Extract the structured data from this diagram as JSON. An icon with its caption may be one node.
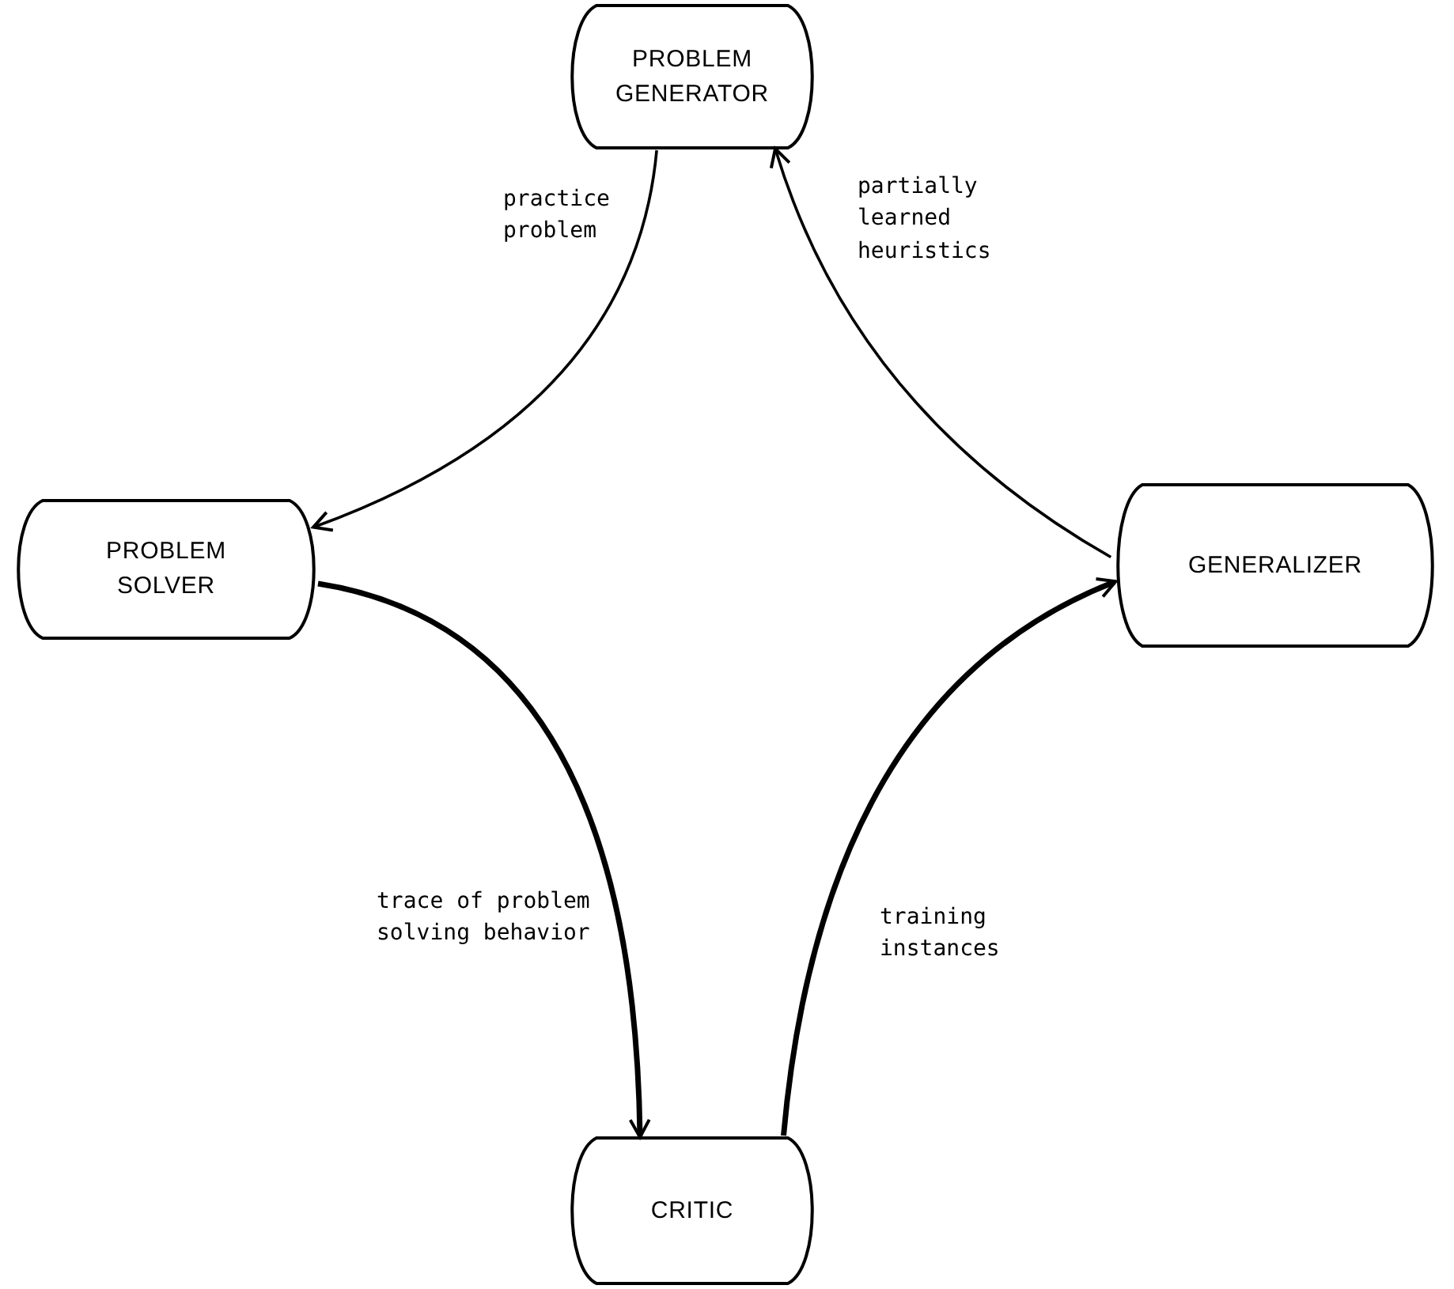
{
  "diagram": {
    "nodes": [
      {
        "text": [
          "PROBLEM GENERATOR"
        ]
      },
      {
        "text": [
          "PROBLEM SOLVER"
        ]
      },
      {
        "text": [
          "GENERALIZER"
        ]
      },
      {
        "text": [
          "CRITIC"
        ]
      }
    ],
    "edges": [
      {
        "from": 0,
        "to": 1,
        "arrow": "to",
        "label": "practice problem"
      },
      {
        "from": 2,
        "to": 0,
        "arrow": "to",
        "label": "partially learned heuristics"
      },
      {
        "from": 1,
        "to": 3,
        "arrow": "to",
        "label": "trace of problem solving behavior",
        "style": "thick"
      },
      {
        "from": 3,
        "to": 2,
        "arrow": "to",
        "label": "training instances",
        "style": "thick"
      }
    ]
  }
}
